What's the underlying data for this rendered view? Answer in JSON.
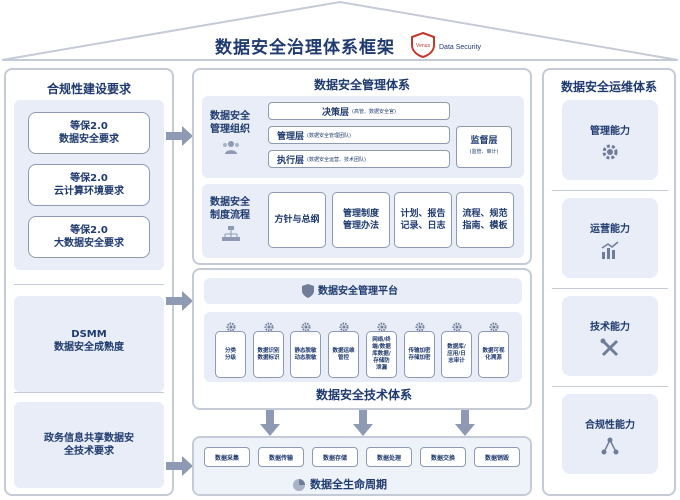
{
  "header": {
    "title": "数据安全治理体系框架",
    "logo_shield_text": "Venus",
    "logo_text": "Data Security"
  },
  "left": {
    "title": "合规性建设要求",
    "items": [
      "等保2.0\n数据安全要求",
      "等保2.0\n云计算环境要求",
      "等保2.0\n大数据安全要求"
    ],
    "dsmm": "DSMM\n数据安全成熟度",
    "gov": "政务信息共享数据安\n全技术要求"
  },
  "management": {
    "title": "数据安全管理体系",
    "org_label": "数据安全\n管理组织",
    "decision": "决策层",
    "decision_note": "(高管、数据安全官)",
    "manage": "管理层",
    "manage_note": "(数据安全管理团队)",
    "execute": "执行层",
    "execute_note": "(数据安全运营、技术团队)",
    "supervise": "监督层",
    "supervise_note": "(监管、审计)",
    "process_label": "数据安全\n制度流程",
    "process_items": [
      "方针与总纲",
      "管理制度\n管理办法",
      "计划、报告\n记录、日志",
      "流程、规范\n指南、模板"
    ]
  },
  "technical": {
    "platform": "数据安全管理平台",
    "title": "数据安全技术体系",
    "cols": [
      "分类\n分级",
      "数据识别\n数据标识",
      "静态脱敏\n动态脱敏",
      "数据运维\n管控",
      "网络/终\n端/数据\n库数据/\n存储防\n泄漏",
      "传输加密\n存储加密",
      "数据库/\n应用/日\n志审计",
      "数据可视\n化溯源"
    ]
  },
  "lifecycle": {
    "title": "数据全生命周期",
    "items": [
      "数据采集",
      "数据传输",
      "数据存储",
      "数据处理",
      "数据交换",
      "数据销毁"
    ]
  },
  "operations": {
    "title": "数据安全运维体系",
    "items": [
      "管理能力",
      "运营能力",
      "技术能力",
      "合规性能力"
    ]
  },
  "colors": {
    "primary": "#1f3a6e",
    "soft": "#e8edf7",
    "border": "#c5cbd6",
    "arrow": "#8e9ab3",
    "accent_red": "#c0392b"
  }
}
